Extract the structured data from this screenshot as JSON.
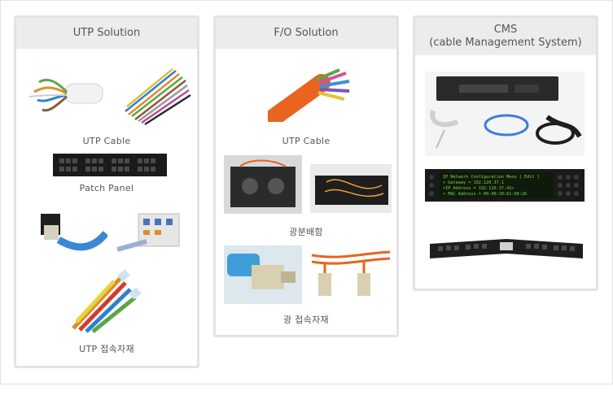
{
  "panels": {
    "utp": {
      "title": "UTP Solution",
      "captions": [
        "UTP Cable",
        "Patch Panel",
        "UTP 접속자재"
      ]
    },
    "fo": {
      "title": "F/O Solution",
      "captions": [
        "UTP Cable",
        "광분배함",
        "광 접속자재"
      ]
    },
    "cms": {
      "title_line1": "CMS",
      "title_line2": "(cable Management System)"
    }
  },
  "device_screen": {
    "line1": "IP Network Configuration Menu [ Edit ]",
    "line2": "< Gateway = 192.120.37.1",
    "line3": "<IP Address = 192.120.37.41>",
    "line4": "< MAC Address = 00:40:20:61:00:26"
  },
  "colors": {
    "panel_header": "#ececec",
    "panel_border": "#e3e3e3",
    "caption_text": "#555555",
    "lcd_green": "#7fd24a"
  }
}
